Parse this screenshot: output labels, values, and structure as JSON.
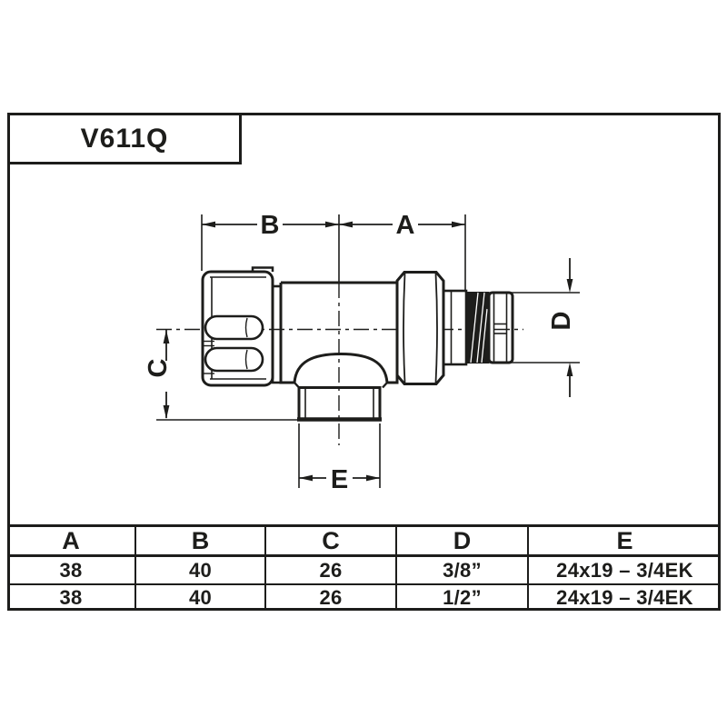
{
  "title_block": {
    "model": "V611Q"
  },
  "drawing": {
    "labels": {
      "a": "A",
      "b": "B",
      "c": "C",
      "d": "D",
      "e": "E"
    }
  },
  "table": {
    "headers": [
      "A",
      "B",
      "C",
      "D",
      "E"
    ],
    "rows": [
      [
        "38",
        "40",
        "26",
        "3/8”",
        "24x19 – 3/4EK"
      ],
      [
        "38",
        "40",
        "26",
        "1/2”",
        "24x19 – 3/4EK"
      ]
    ]
  },
  "colors": {
    "ink": "#1d1d1b",
    "background": "#ffffff"
  }
}
